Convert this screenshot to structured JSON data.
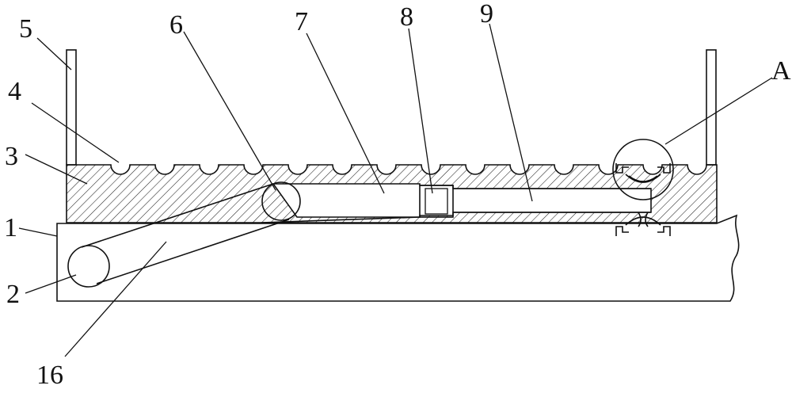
{
  "labels": {
    "l5": "5",
    "l4": "4",
    "l3": "3",
    "l1": "1",
    "l2": "2",
    "l16": "16",
    "l6": "6",
    "l7": "7",
    "l8": "8",
    "l9": "9",
    "lA": "A"
  },
  "colors": {
    "line": "#111111",
    "background": "#ffffff"
  }
}
